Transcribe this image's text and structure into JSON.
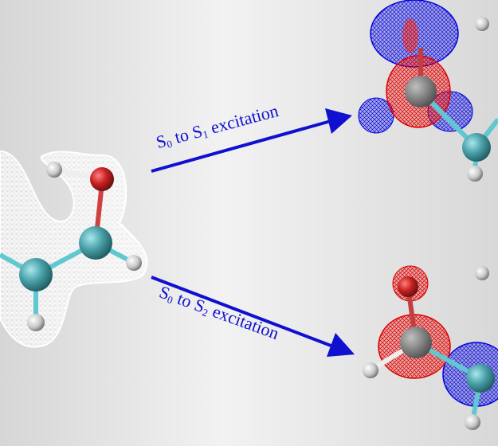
{
  "labels": {
    "s1": {
      "prefix": "S",
      "from_sub": "0",
      "mid": " to S",
      "to_sub": "1",
      "suffix": " excitation"
    },
    "s2": {
      "prefix": "S",
      "from_sub": "0",
      "mid": " to S",
      "to_sub": "2",
      "suffix": " excitation"
    }
  },
  "colors": {
    "arrow": "#1010d0",
    "oxygen": "#d02020",
    "carbon": "#4aa8b0",
    "hydrogen": "#e8e8e8",
    "pos_lobe": "#e00000",
    "neg_lobe": "#0000e0"
  }
}
